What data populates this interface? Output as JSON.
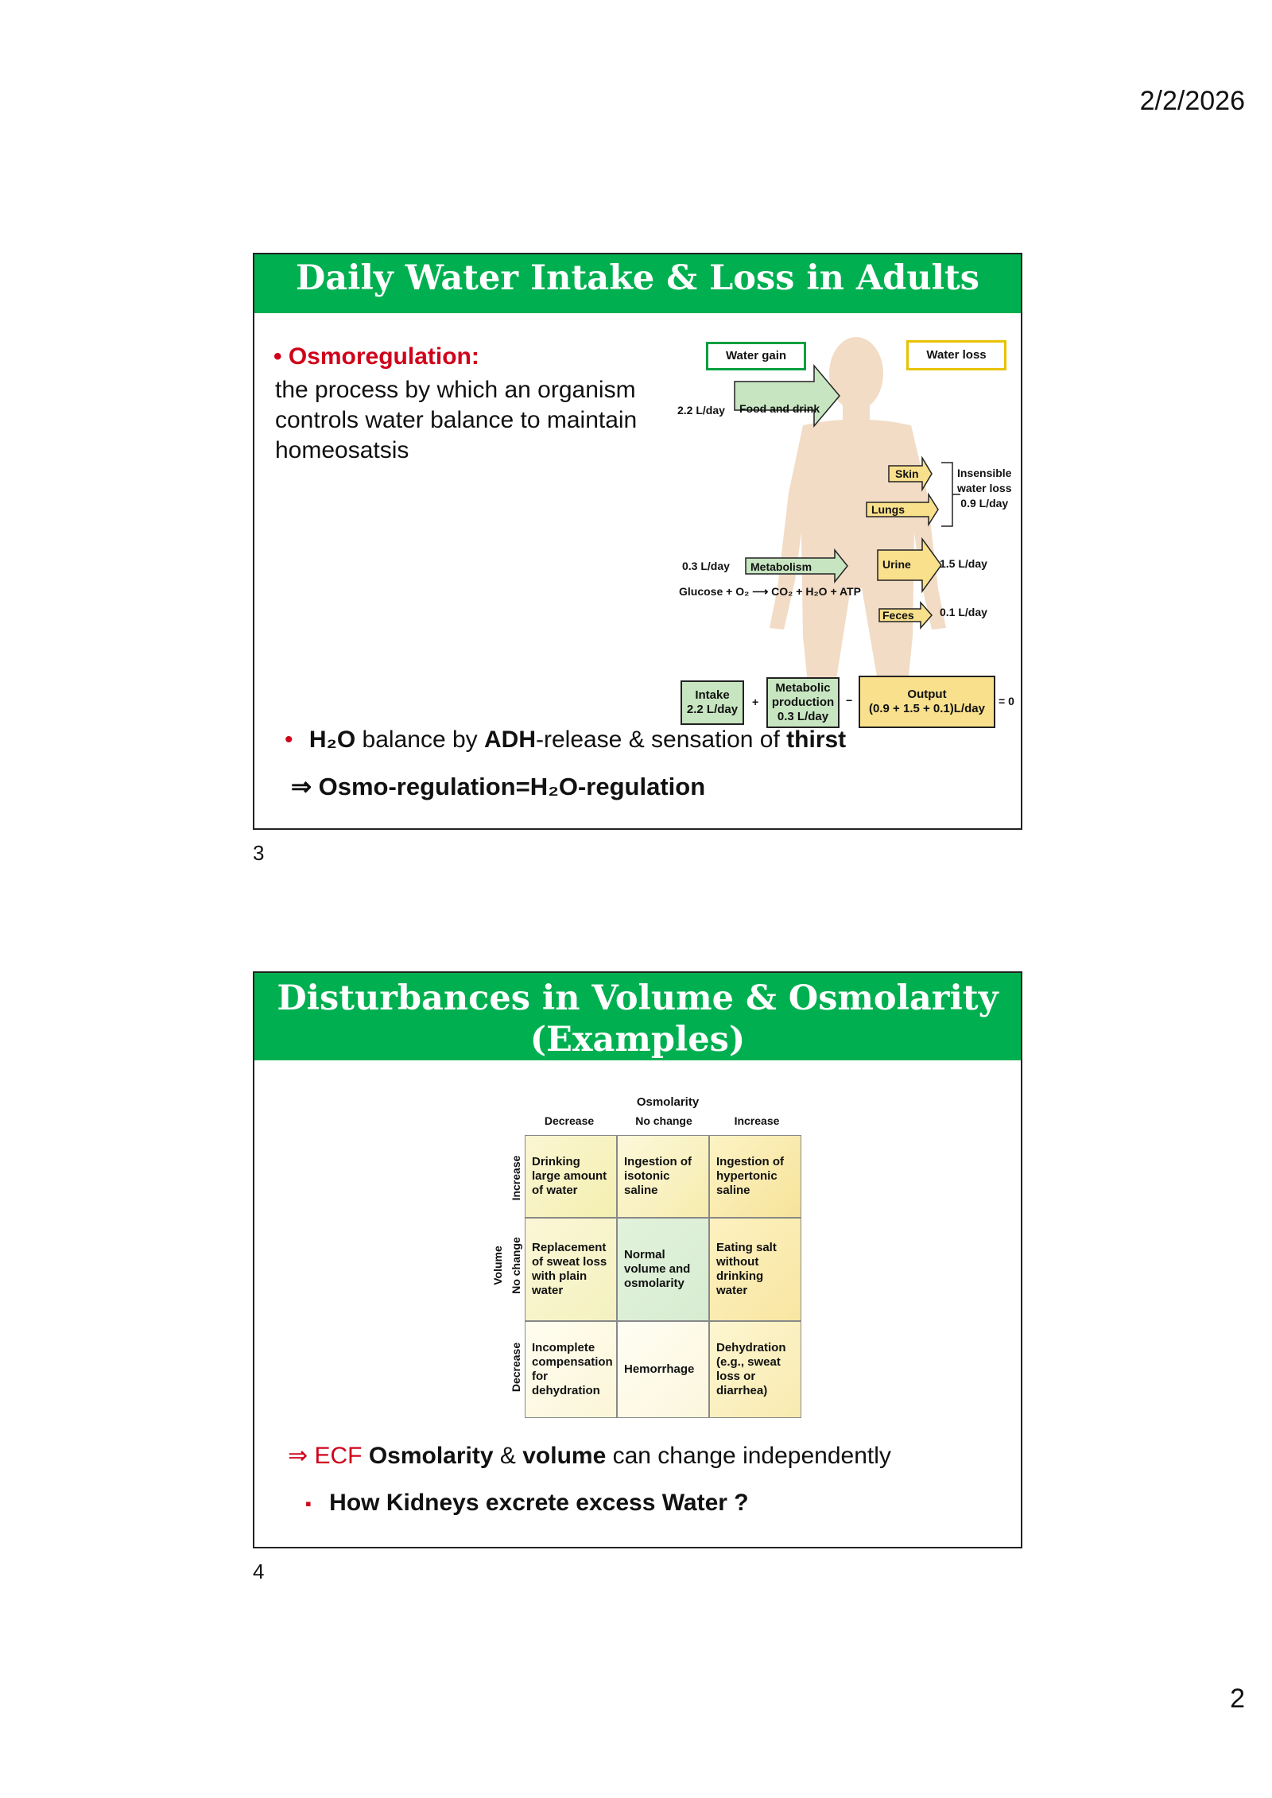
{
  "page": {
    "date": "2/2/2026",
    "number": "2"
  },
  "slide1": {
    "number": "3",
    "title": "Daily Water Intake & Loss in Adults",
    "bullet_term": "Osmoregulation:",
    "definition_lines": [
      "the process by which an organism",
      "controls water balance to maintain",
      "homeosatsis"
    ],
    "diagram": {
      "water_gain": "Water gain",
      "water_loss": "Water loss",
      "intake_rate": "2.2 L/day",
      "food_drink": "Food and drink",
      "skin": "Skin",
      "lungs": "Lungs",
      "insensible": [
        "Insensible",
        "water loss",
        "0.9 L/day"
      ],
      "metabolism_rate": "0.3 L/day",
      "metabolism": "Metabolism",
      "reaction": "Glucose + O₂ ⟶ CO₂ + H₂O + ATP",
      "urine": "Urine",
      "urine_rate": "1.5 L/day",
      "feces": "Feces",
      "feces_rate": "0.1 L/day",
      "eq_intake": [
        "Intake",
        "2.2 L/day"
      ],
      "plus": "+",
      "eq_metabolic": [
        "Metabolic",
        "production",
        "0.3 L/day"
      ],
      "minus": "−",
      "eq_output": [
        "Output",
        "(0.9 + 1.5 + 0.1)L/day"
      ],
      "equals": "= 0"
    },
    "bullet2": {
      "h2o": "H₂O",
      "t1": " balance by ",
      "adh": "ADH",
      "t2": "-release & sensation of ",
      "thirst": "thirst"
    },
    "arrow_line": "⇒ Osmo-regulation=H₂O-regulation"
  },
  "slide2": {
    "number": "4",
    "title_lines": [
      "Disturbances in Volume & Osmolarity",
      "(Examples)"
    ],
    "osmolarity_label": "Osmolarity",
    "col_headers": [
      "Decrease",
      "No change",
      "Increase"
    ],
    "volume_label": "Volume",
    "row_headers": [
      "Increase",
      "No change",
      "Decrease"
    ],
    "cells": [
      [
        "Drinking large amount of water",
        "Ingestion of isotonic saline",
        "Ingestion of hypertonic saline"
      ],
      [
        "Replacement of sweat loss with plain water",
        "Normal volume and osmolarity",
        "Eating salt without drinking water"
      ],
      [
        "Incomplete compensation for dehydration",
        "Hemorrhage",
        "Dehydration (e.g., sweat loss or diarrhea)"
      ]
    ],
    "line1": {
      "arrow": "⇒ ECF ",
      "osm": "Osmolarity",
      "amp": " & ",
      "vol": "volume",
      "rest": " can change independently"
    },
    "line2": {
      "bullet": "▪",
      "text": "How Kidneys excrete excess Water ?"
    }
  },
  "colors": {
    "title_bg": "#00b050",
    "red": "#d0021b",
    "green_box": "#c6e5c0",
    "yellow_box": "#f9e08c",
    "body_shape": "#f2dcc6"
  }
}
